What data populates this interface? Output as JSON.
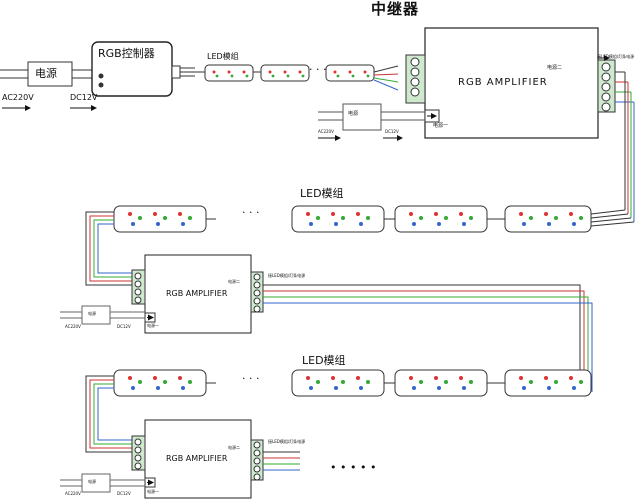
{
  "title": "中继器",
  "controller": "RGB控制器",
  "power": "电源",
  "ac": "AC220V",
  "dc": "DC12V",
  "led_module": "LED模组",
  "amplifier": "RGB AMPLIFIER",
  "power_two": "电源二",
  "power_one": "电源一",
  "output_label": "接LED模组/灯条电源",
  "dots": "· · ·",
  "end_dots": "• • • • •"
}
